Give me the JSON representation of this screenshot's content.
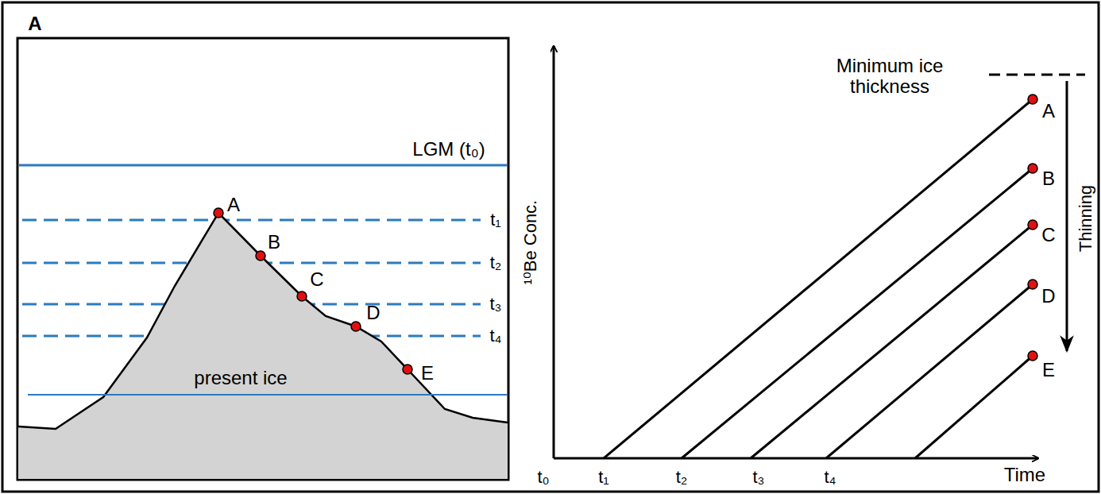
{
  "diagram": {
    "labels": [
      "A",
      "LGM (t₀)",
      "A",
      "B",
      "C",
      "D",
      "E",
      "t₁",
      "t₂",
      "t₃",
      "t₄",
      "present ice",
      "Minimum ice thickness",
      "A",
      "B",
      "C",
      "D",
      "E",
      "Thinning",
      "¹⁰Be Conc.",
      "t₀",
      "t₁",
      "t₂",
      "t₃",
      "t₄",
      "Time"
    ]
  }
}
